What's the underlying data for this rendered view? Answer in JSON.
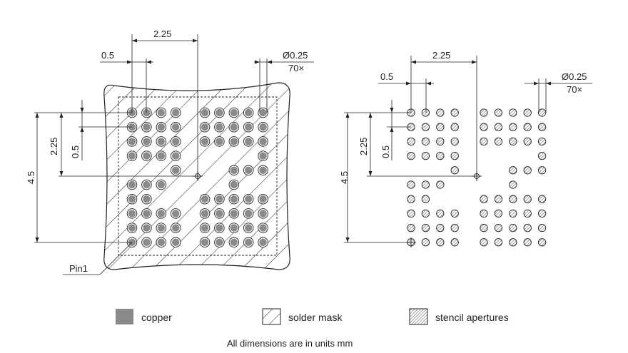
{
  "left_view": {
    "dims": {
      "pitch_x_wide": "2.25",
      "pitch_x": "0.5",
      "pad_dia": "Ø0.25",
      "pad_count": "70×",
      "pitch_y_wide": "2.25",
      "pitch_y": "0.5",
      "height": "4.5"
    },
    "pin1_label": "Pin1"
  },
  "right_view": {
    "dims": {
      "pitch_x_wide": "2.25",
      "pitch_x": "0.5",
      "pad_dia": "Ø0.25",
      "pad_count": "70×",
      "pitch_y_wide": "2.25",
      "pitch_y": "0.5",
      "height": "4.5"
    }
  },
  "legend": [
    {
      "key": "copper",
      "label": "copper"
    },
    {
      "key": "solder-mask",
      "label": "solder mask"
    },
    {
      "key": "stencil",
      "label": "stencil apertures"
    }
  ],
  "notes": [
    "All dimensions are in units mm"
  ],
  "colors": {
    "copper": "#8a8a8a",
    "line": "#222222",
    "background": "#ffffff"
  },
  "pad_grid": {
    "rows": [
      [
        1,
        1,
        1,
        1,
        0,
        1,
        1,
        1,
        1,
        1
      ],
      [
        1,
        1,
        1,
        1,
        0,
        1,
        1,
        1,
        1,
        1
      ],
      [
        1,
        1,
        1,
        1,
        0,
        1,
        1,
        1,
        1,
        1
      ],
      [
        1,
        1,
        1,
        1,
        0,
        0,
        0,
        0,
        0,
        1
      ],
      [
        0,
        0,
        0,
        1,
        0,
        0,
        0,
        1,
        1,
        1
      ],
      [
        1,
        1,
        1,
        0,
        0,
        0,
        0,
        1,
        0,
        0
      ],
      [
        1,
        1,
        0,
        0,
        0,
        1,
        1,
        1,
        1,
        1
      ],
      [
        1,
        1,
        1,
        1,
        0,
        1,
        1,
        1,
        1,
        1
      ],
      [
        1,
        1,
        1,
        1,
        0,
        1,
        1,
        1,
        1,
        1
      ],
      [
        1,
        1,
        1,
        1,
        0,
        1,
        1,
        1,
        1,
        1
      ]
    ]
  }
}
